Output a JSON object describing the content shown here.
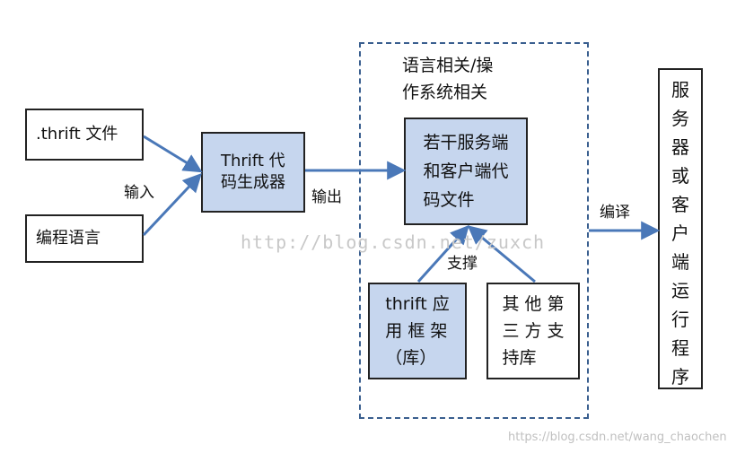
{
  "nodes": {
    "thrift_file": ".thrift 文件",
    "language": "编程语言",
    "generator": "Thrift   代\n码生成器",
    "group_title": "语言相关/操\n作系统相关",
    "generated_code": "若干服务端\n和客户端代\n码文件",
    "framework": "thrift  应\n用 框 架\n（库）",
    "third_party": "其 他 第\n三 方 支\n持库",
    "program": "服\n务\n器\n或\n客\n户\n端\n运\n行\n程\n序"
  },
  "edges": {
    "input": "输入",
    "output": "输出",
    "support": "支撑",
    "compile": "编译"
  },
  "watermark": "http://blog.csdn.net/zuxch",
  "credit": "https://blog.csdn.net/wang_chaochen",
  "colors": {
    "box_fill": "#c6d6ee",
    "arrow": "#4a78b8",
    "border": "#222222"
  }
}
